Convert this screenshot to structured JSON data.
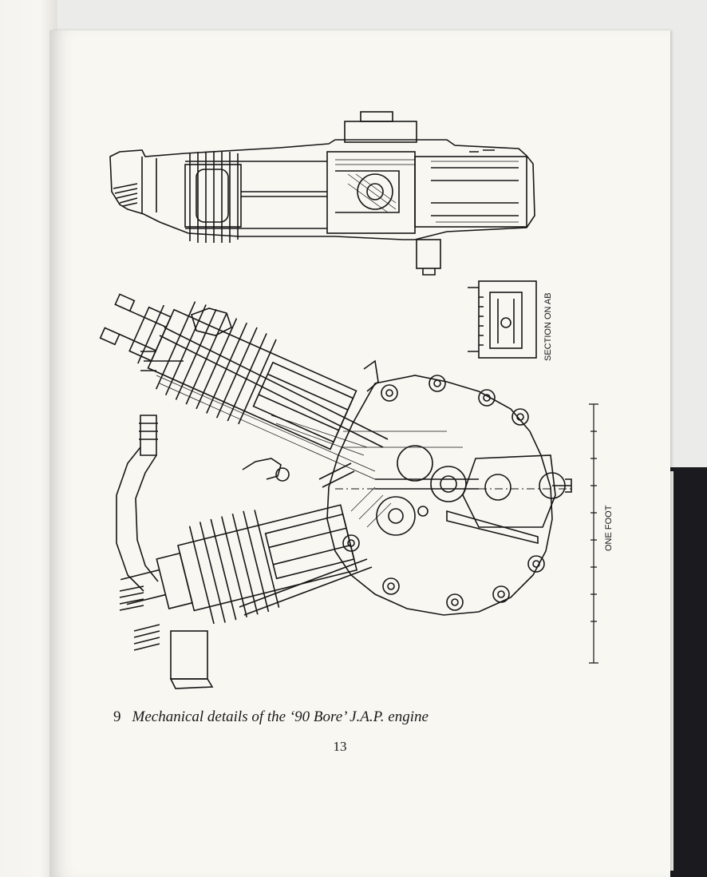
{
  "caption": {
    "number": "9",
    "text": "Mechanical details of the ‘90 Bore’ J.A.P. engine"
  },
  "page_number": "13",
  "drawing_labels": {
    "section": "SECTION ON AB",
    "scale": "ONE FOOT"
  },
  "colors": {
    "paper": "#f8f7f2",
    "ink": "#161616",
    "cover": "#1b1b1f"
  }
}
